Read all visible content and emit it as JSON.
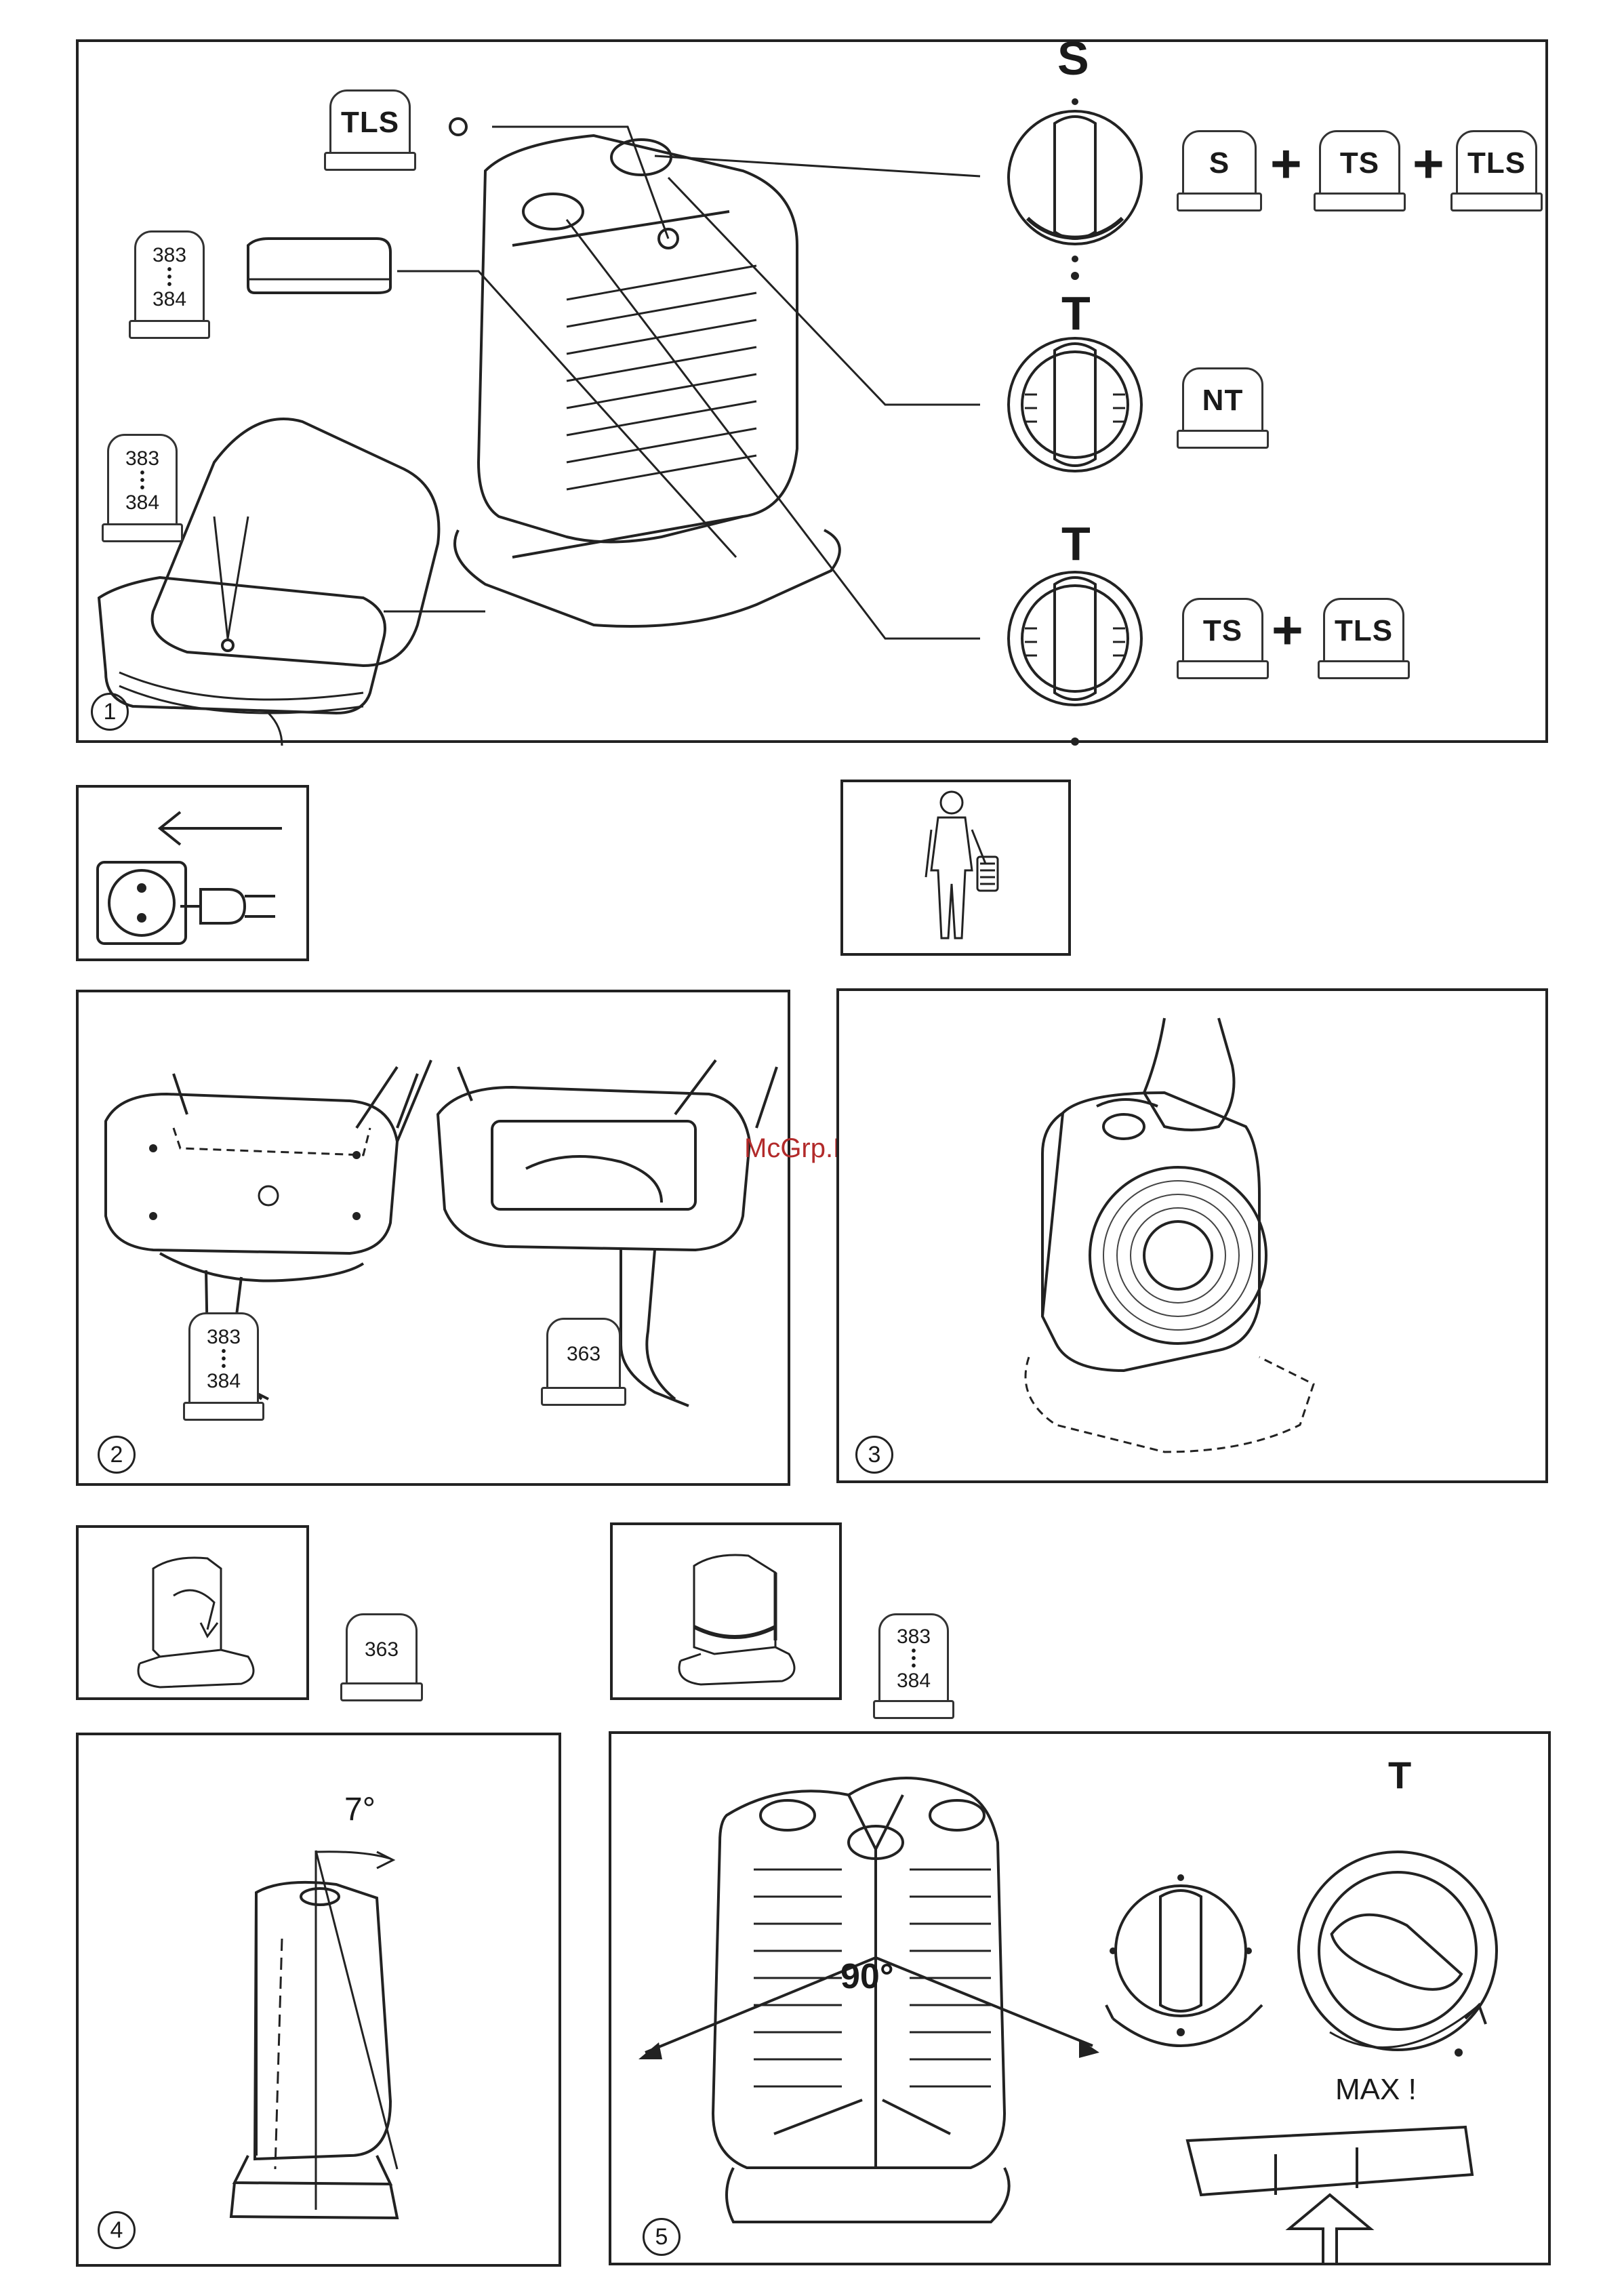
{
  "watermark": "McGrp.Ru",
  "panel1": {
    "number": "1",
    "letter_S": "S",
    "letter_T_top": "T",
    "letter_T_bottom": "T",
    "badges": {
      "tls_top": "TLS",
      "range_top_a": "383",
      "range_top_b": "384",
      "range_side_a": "383",
      "range_side_b": "384",
      "s": "S",
      "ts_1": "TS",
      "tls_1": "TLS",
      "nt": "NT",
      "ts_2": "TS",
      "tls_2": "TLS"
    },
    "plus": "+"
  },
  "panel2": {
    "number": "2",
    "badge_range_a": "383",
    "badge_range_b": "384",
    "badge_363": "363"
  },
  "panel3": {
    "number": "3"
  },
  "panel4": {
    "number": "4",
    "angle": "7°",
    "badge_363": "363",
    "badge_range_a": "383",
    "badge_range_b": "384"
  },
  "panel5": {
    "number": "5",
    "angle": "90°",
    "letter_T": "T",
    "max_label": "MAX !"
  },
  "colors": {
    "ink": "#222222",
    "watermark": "#b22a2a"
  }
}
